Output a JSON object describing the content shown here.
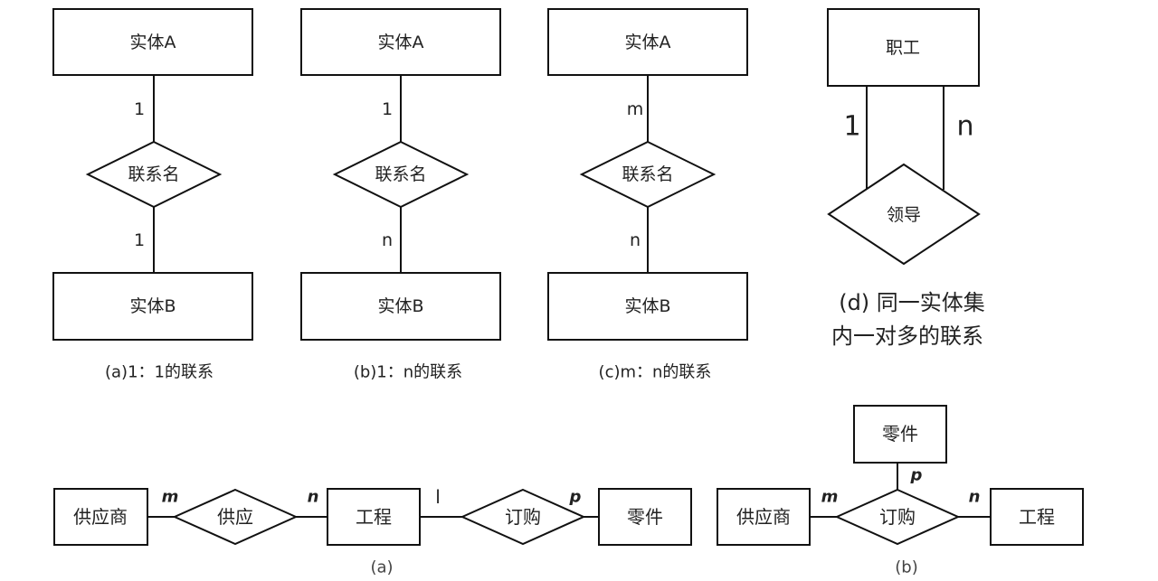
{
  "diagram_a": {
    "entity_a": "实体A",
    "entity_b": "实体B",
    "relation": "联系名",
    "card_top": "1",
    "card_bottom": "1",
    "caption": "(a)1：1的联系"
  },
  "diagram_b": {
    "entity_a": "实体A",
    "entity_b": "实体B",
    "relation": "联系名",
    "card_top": "1",
    "card_bottom": "n",
    "caption": "(b)1：n的联系"
  },
  "diagram_c": {
    "entity_a": "实体A",
    "entity_b": "实体B",
    "relation": "联系名",
    "card_top": "m",
    "card_bottom": "n",
    "caption": "(c)m：n的联系"
  },
  "diagram_d": {
    "entity": "职工",
    "relation": "领导",
    "card_left": "1",
    "card_right": "n",
    "caption_line1": "(d) 同一实体集",
    "caption_line2": "内一对多的联系"
  },
  "bottom_a": {
    "supplier": "供应商",
    "supply": "供应",
    "project": "工程",
    "order": "订购",
    "part": "零件",
    "card_m": "m",
    "card_n": "n",
    "card_l": "l",
    "card_p": "p",
    "caption": "(a)"
  },
  "bottom_b": {
    "part": "零件",
    "supplier": "供应商",
    "order": "订购",
    "project": "工程",
    "card_p": "p",
    "card_m": "m",
    "card_n": "n",
    "caption": "(b)"
  }
}
